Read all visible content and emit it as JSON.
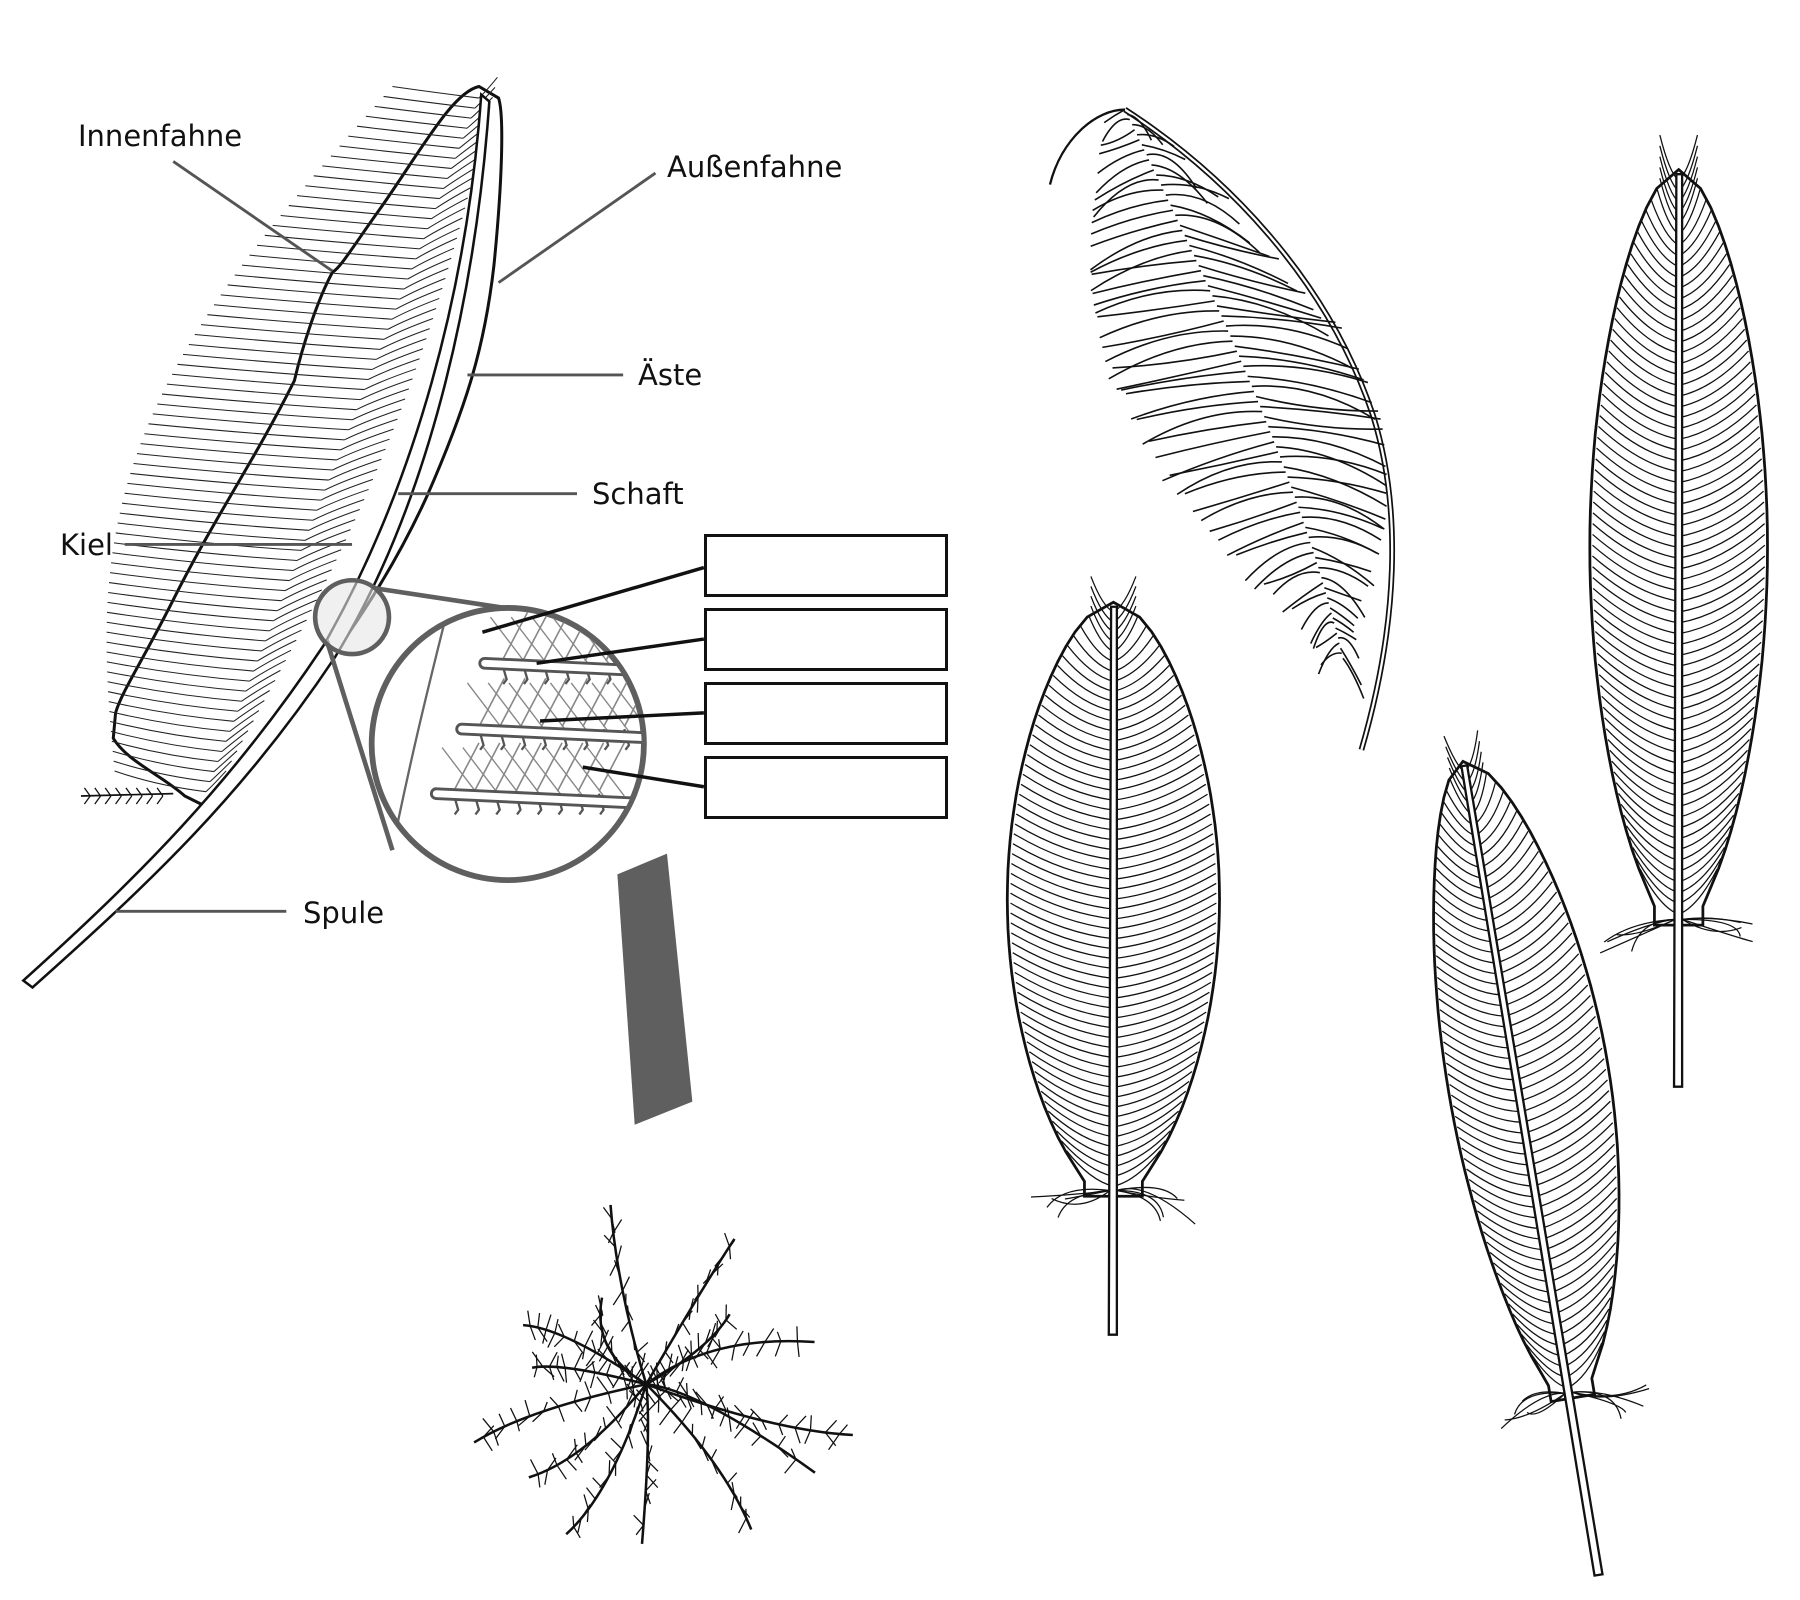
{
  "labels": {
    "innenfahne": "Innenfahne",
    "aussenfahne": "Außenfahne",
    "aeste": "Äste",
    "schaft": "Schaft",
    "kiel": "Kiel",
    "spule": "Spule"
  },
  "answer_boxes": [
    "",
    "",
    "",
    ""
  ],
  "colors": {
    "line": "#111111",
    "leader": "#555555",
    "magnifier": "#5f5f5f"
  }
}
